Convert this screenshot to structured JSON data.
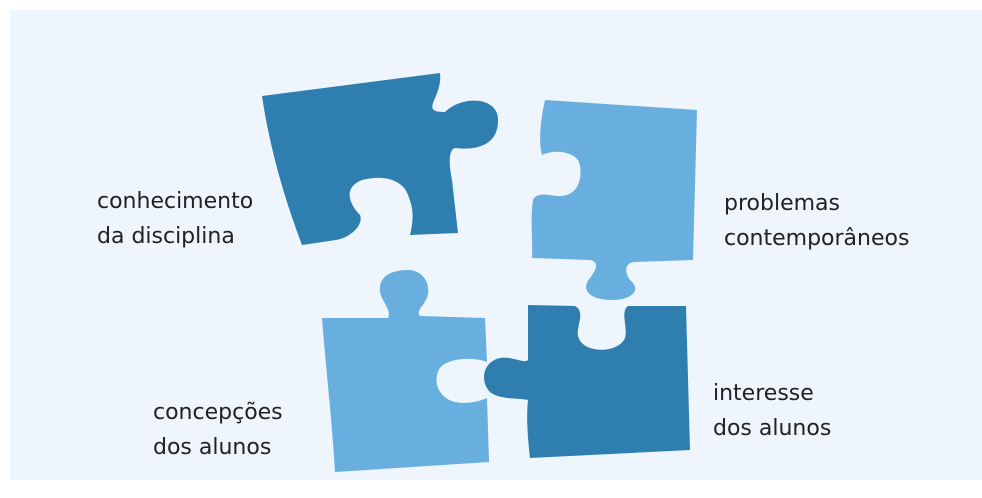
{
  "diagram": {
    "colors": {
      "background": "#eef5fc",
      "dark_piece": "#2e7faf",
      "light_piece": "#68afdf"
    },
    "pieces": [
      {
        "name": "top-left",
        "color": "dark",
        "label_lines": [
          "conhecimento",
          "da disciplina"
        ]
      },
      {
        "name": "top-right",
        "color": "light",
        "label_lines": [
          "problemas",
          "contemporâneos"
        ]
      },
      {
        "name": "bottom-left",
        "color": "light",
        "label_lines": [
          "concepções",
          "dos alunos"
        ]
      },
      {
        "name": "bottom-right",
        "color": "dark",
        "label_lines": [
          "interesse",
          "dos alunos"
        ]
      }
    ]
  }
}
